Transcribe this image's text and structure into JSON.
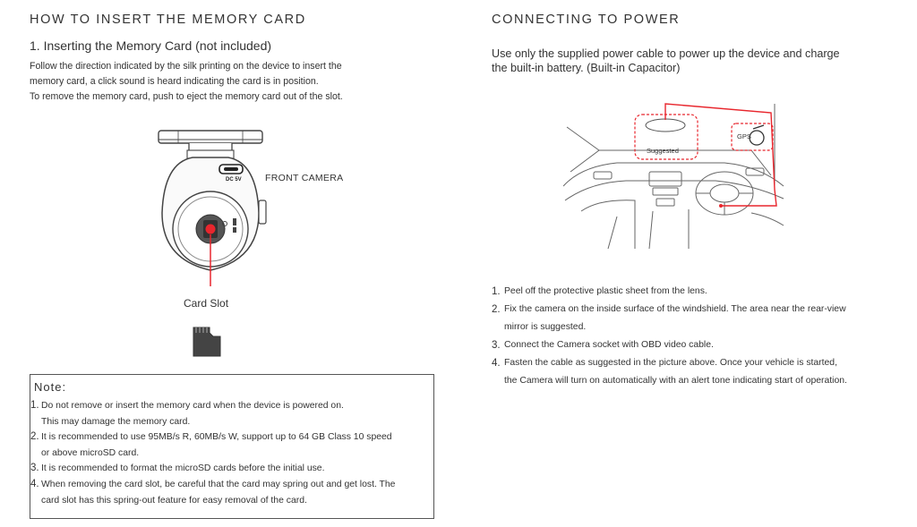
{
  "left": {
    "heading": "HOW TO INSERT THE MEMORY CARD",
    "subheading": "1. Inserting the Memory Card (not included)",
    "paragraph_lines": [
      "Follow the direction indicated by the silk printing on the device to insert the",
      "memory card, a click sound is heard indicating the card is in position.",
      "To remove the memory card, push to eject the memory card out of the slot."
    ],
    "figure": {
      "device_marking": "DC 5V",
      "front_camera_label": "FRONT CAMERA",
      "card_slot_label": "Card Slot"
    },
    "note": {
      "title": "Note:",
      "items": [
        {
          "num": "1.",
          "lines": [
            "Do not remove or insert the memory card when the device is powered on.",
            "This may damage the memory card."
          ]
        },
        {
          "num": "2.",
          "lines": [
            "It is recommended to use 95MB/s R, 60MB/s W, support up to 64 GB Class 10 speed",
            "or above microSD card."
          ]
        },
        {
          "num": "3.",
          "lines": [
            "It is recommended to format the microSD cards before the initial use."
          ]
        },
        {
          "num": "4.",
          "lines": [
            "When removing the card slot, be careful that the card may spring out and get lost. The",
            "card slot has this spring-out feature for easy removal of the card."
          ]
        }
      ]
    }
  },
  "right": {
    "heading": "CONNECTING TO POWER",
    "intro_lines": [
      "Use only the supplied power cable to power up the device and charge",
      "the built-in battery. (Built-in Capacitor)"
    ],
    "figure": {
      "suggested_label": "Suggested",
      "gps_label": "GPS"
    },
    "steps": [
      {
        "num": "1.",
        "lines": [
          "Peel off the protective plastic sheet from the lens."
        ]
      },
      {
        "num": "2.",
        "lines": [
          "Fix the camera on the inside surface of the windshield. The area near the rear-view",
          "mirror is suggested."
        ]
      },
      {
        "num": "3.",
        "lines": [
          "Connect the Camera socket with OBD video cable."
        ]
      },
      {
        "num": "4.",
        "lines": [
          "Fasten the cable as suggested in the picture above. Once your vehicle is started,",
          "the Camera will turn on automatically with an alert tone indicating start of operation."
        ]
      }
    ]
  },
  "colors": {
    "accent_red": "#e8262d",
    "text": "#333333",
    "line": "#555555"
  }
}
